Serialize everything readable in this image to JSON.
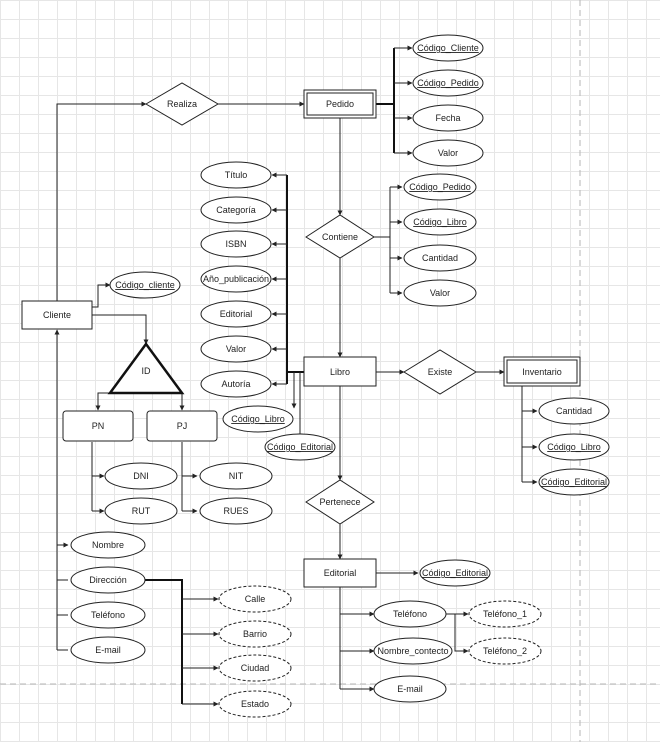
{
  "entities": {
    "cliente": "Cliente",
    "pedido": "Pedido",
    "libro": "Libro",
    "inventario": "Inventario",
    "editorial": "Editorial",
    "pn": "PN",
    "pj": "PJ"
  },
  "relationships": {
    "realiza": "Realiza",
    "contiene": "Contiene",
    "existe": "Existe",
    "pertenece": "Pertenece",
    "id": "ID"
  },
  "attributes": {
    "pedido": [
      "Código_Cliente",
      "Código_Pedido",
      "Fecha",
      "Valor"
    ],
    "contiene": [
      "Código_Pedido",
      "Código_Libro",
      "Cantidad",
      "Valor"
    ],
    "libro": [
      "Título",
      "Categoría",
      "ISBN",
      "Año_publicación",
      "Editorial",
      "Valor",
      "Autoría",
      "Código_Libro",
      "Código_Editorial"
    ],
    "cliente_key": "Código_cliente",
    "cliente": [
      "Nombre",
      "Dirección",
      "Teléfono",
      "E-mail"
    ],
    "direccion": [
      "Calle",
      "Barrio",
      "Ciudad",
      "Estado"
    ],
    "pn": [
      "DNI",
      "RUT"
    ],
    "pj": [
      "NIT",
      "RUES"
    ],
    "inventario": [
      "Cantidad",
      "Código_Libro",
      "Código_Editorial"
    ],
    "editorial_key": "Código_Editorial",
    "editorial": [
      "Teléfono",
      "Nombre_contecto",
      "E-mail"
    ],
    "telefono": [
      "Teléfono_1",
      "Teléfono_2"
    ]
  }
}
